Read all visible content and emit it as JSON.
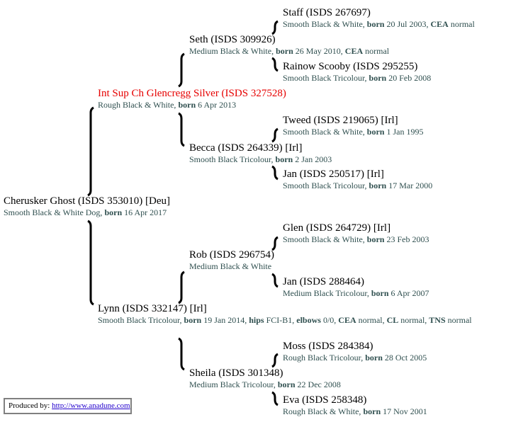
{
  "dogs": {
    "subject": {
      "name": "Cherusker Ghost (ISDS 353010) [Deu]",
      "detail": [
        [
          "Smooth Black & White Dog, ",
          0
        ],
        [
          "born",
          1
        ],
        [
          " 16 Apr 2017",
          0
        ]
      ]
    },
    "sire": {
      "name": "Int Sup Ch Glencregg Silver (ISDS 327528)",
      "detail": [
        [
          "Rough Black & White, ",
          0
        ],
        [
          "born",
          1
        ],
        [
          " 6 Apr 2013",
          0
        ]
      ],
      "highlight": "#e60000"
    },
    "dam": {
      "name": "Lynn (ISDS 332147) [Irl]",
      "detail": [
        [
          "Smooth Black Tricolour, ",
          0
        ],
        [
          "born",
          1
        ],
        [
          " 19 Jan 2014, ",
          0
        ],
        [
          "hips",
          1
        ],
        [
          " FCI-B1, ",
          0
        ],
        [
          "elbows",
          1
        ],
        [
          " 0/0, ",
          0
        ],
        [
          "CEA",
          1
        ],
        [
          " normal, ",
          0
        ],
        [
          "CL",
          1
        ],
        [
          " normal, ",
          0
        ],
        [
          "TNS",
          1
        ],
        [
          " normal",
          0
        ]
      ]
    },
    "sire_sire": {
      "name": "Seth (ISDS 309926)",
      "detail": [
        [
          "Medium Black & White, ",
          0
        ],
        [
          "born",
          1
        ],
        [
          " 26 May 2010, ",
          0
        ],
        [
          "CEA",
          1
        ],
        [
          " normal",
          0
        ]
      ]
    },
    "sire_dam": {
      "name": "Becca (ISDS 264339) [Irl]",
      "detail": [
        [
          "Smooth Black Tricolour, ",
          0
        ],
        [
          "born",
          1
        ],
        [
          " 2 Jan 2003",
          0
        ]
      ]
    },
    "dam_sire": {
      "name": "Rob (ISDS 296754)",
      "detail": [
        [
          "Medium Black & White",
          0
        ]
      ]
    },
    "dam_dam": {
      "name": "Sheila (ISDS 301348)",
      "detail": [
        [
          "Medium Black Tricolour, ",
          0
        ],
        [
          "born",
          1
        ],
        [
          " 22 Dec 2008",
          0
        ]
      ]
    },
    "sss": {
      "name": "Staff (ISDS 267697)",
      "detail": [
        [
          "Smooth Black & White, ",
          0
        ],
        [
          "born",
          1
        ],
        [
          " 20 Jul 2003, ",
          0
        ],
        [
          "CEA",
          1
        ],
        [
          " normal",
          0
        ]
      ]
    },
    "ssd": {
      "name": "Rainow Scooby (ISDS 295255)",
      "detail": [
        [
          "Smooth Black Tricolour, ",
          0
        ],
        [
          "born",
          1
        ],
        [
          " 20 Feb 2008",
          0
        ]
      ]
    },
    "sds": {
      "name": "Tweed (ISDS 219065) [Irl]",
      "detail": [
        [
          "Smooth Black & White, ",
          0
        ],
        [
          "born",
          1
        ],
        [
          " 1 Jan 1995",
          0
        ]
      ]
    },
    "sdd": {
      "name": "Jan (ISDS 250517) [Irl]",
      "detail": [
        [
          "Smooth Black Tricolour, ",
          0
        ],
        [
          "born",
          1
        ],
        [
          " 17 Mar 2000",
          0
        ]
      ]
    },
    "dss": {
      "name": "Glen (ISDS 264729) [Irl]",
      "detail": [
        [
          "Smooth Black & White, ",
          0
        ],
        [
          "born",
          1
        ],
        [
          " 23 Feb 2003",
          0
        ]
      ]
    },
    "dsd": {
      "name": "Jan (ISDS 288464)",
      "detail": [
        [
          "Medium Black Tricolour, ",
          0
        ],
        [
          "born",
          1
        ],
        [
          " 6 Apr 2007",
          0
        ]
      ]
    },
    "dds": {
      "name": "Moss (ISDS 284384)",
      "detail": [
        [
          "Rough Black Tricolour, ",
          0
        ],
        [
          "born",
          1
        ],
        [
          " 28 Oct 2005",
          0
        ]
      ]
    },
    "ddd": {
      "name": "Eva (ISDS 258348)",
      "detail": [
        [
          "Rough Black & White, ",
          0
        ],
        [
          "born",
          1
        ],
        [
          " 17 Nov 2001",
          0
        ]
      ]
    }
  },
  "footer": {
    "produced_by": "Produced by: ",
    "link": "http://www.anadune.com"
  }
}
